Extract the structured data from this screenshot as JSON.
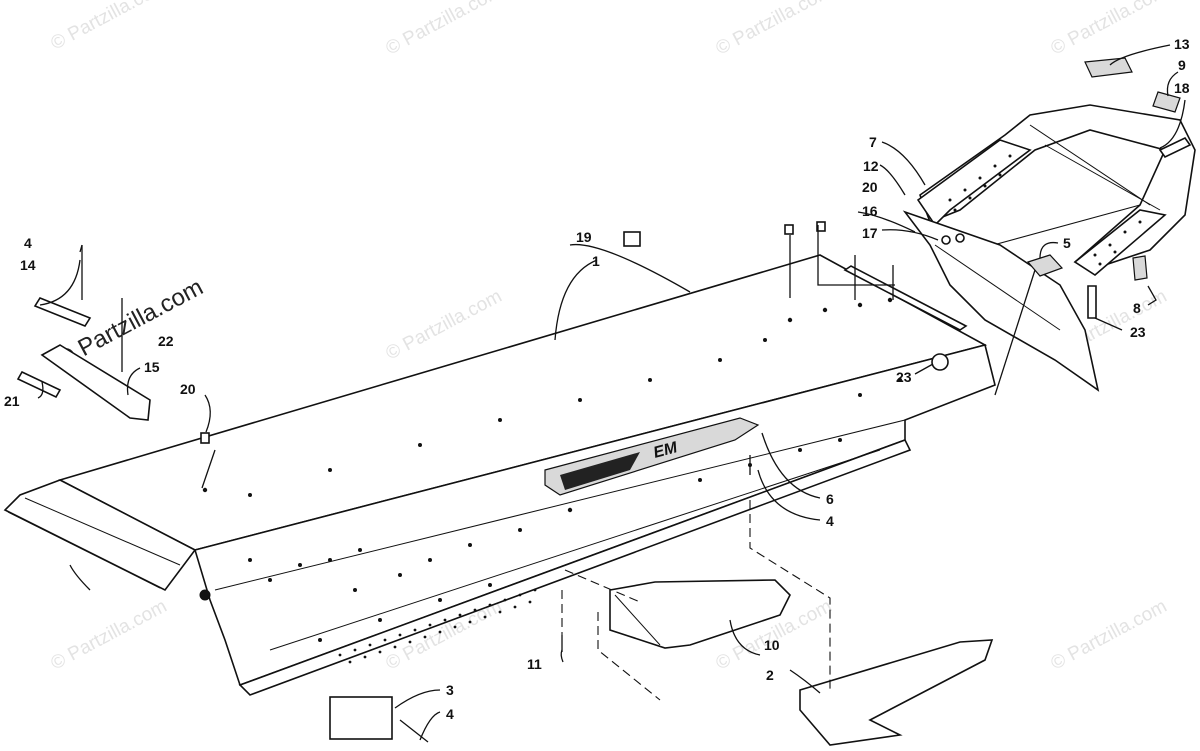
{
  "watermark": {
    "small_text": "© Partzilla.com",
    "large_text": "© Partzilla.com"
  },
  "callouts": {
    "c1": "1",
    "c2": "2",
    "c3": "3",
    "c4a": "4",
    "c4b": "4",
    "c4c": "4",
    "c5": "5",
    "c6": "6",
    "c7": "7",
    "c8": "8",
    "c9": "9",
    "c10": "10",
    "c11": "11",
    "c12": "12",
    "c13": "13",
    "c14": "14",
    "c15": "15",
    "c16": "16",
    "c17": "17",
    "c18": "18",
    "c19": "19",
    "c20a": "20",
    "c20b": "20",
    "c21": "21",
    "c22": "22",
    "c23a": "23",
    "c23b": "23"
  },
  "decal_text": "EM",
  "colors": {
    "ink": "#111111",
    "watermark": "#e3e3e3",
    "shade": "#d9d9d9"
  }
}
